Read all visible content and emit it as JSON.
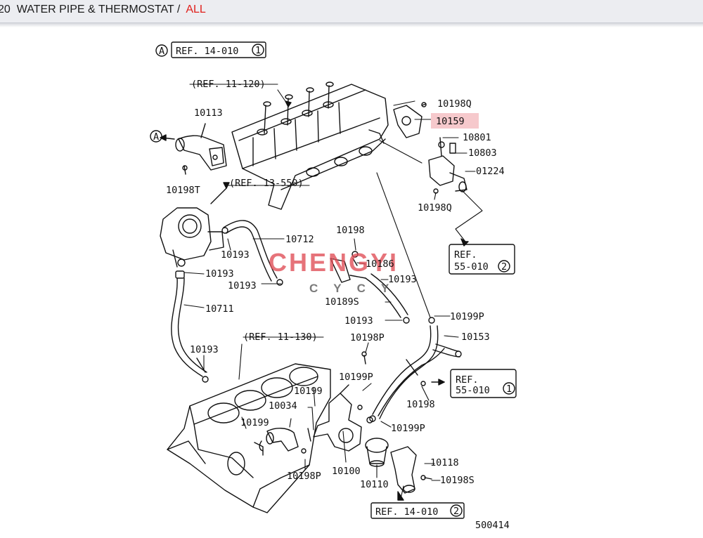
{
  "header": {
    "prefix": "20",
    "title": "WATER PIPE & THERMOSTAT",
    "separator": "/",
    "filter_link": "ALL"
  },
  "colors": {
    "highlight": "#f6c9cc",
    "watermark": "#e04c55",
    "link": "#e0201c"
  },
  "watermark": {
    "main": "CHENGYI",
    "sub": "CYCY"
  },
  "diagram_code": "500414",
  "callouts": {
    "a_top": "A",
    "a_left": "A",
    "ref_top": "REF. 14-010",
    "ref_top_num": "1",
    "ref_cylhead": "(REF. 11-120)",
    "ref_intake": "(REF. 13-550)",
    "ref_block": "(REF. 11-130)",
    "ref_right1_l1": "REF.",
    "ref_right1_l2": "55-010",
    "ref_right1_num": "2",
    "ref_right2_l1": "REF.",
    "ref_right2_l2": "55-010",
    "ref_right2_num": "1",
    "ref_bottom": "REF. 14-010",
    "ref_bottom_num": "2"
  },
  "parts": {
    "p10113": "10113",
    "p10198T": "10198T",
    "p10198Q_top": "10198Q",
    "p10159": "10159",
    "p10801": "10801",
    "p10803": "10803",
    "p01224": "01224",
    "p10198Q_bot": "10198Q",
    "p10712": "10712",
    "p10193_a": "10193",
    "p10198": "10198",
    "p10186": "10186",
    "p10193_b": "10193",
    "p10193_c": "10193",
    "p10193_d": "10193",
    "p10189S": "10189S",
    "p10711": "10711",
    "p10193_e": "10193",
    "p10199P_a": "10199P",
    "p10153": "10153",
    "p10198P_a": "10198P",
    "p10193_f": "10193",
    "p10199P_b": "10199P",
    "p10199": "10199",
    "p10034": "10034",
    "p10199_b": "10199",
    "p10198_b": "10198",
    "p10199P_c": "10199P",
    "p10100": "10100",
    "p10110": "10110",
    "p10118": "10118",
    "p10198S": "10198S",
    "p10198P_b": "10198P"
  }
}
